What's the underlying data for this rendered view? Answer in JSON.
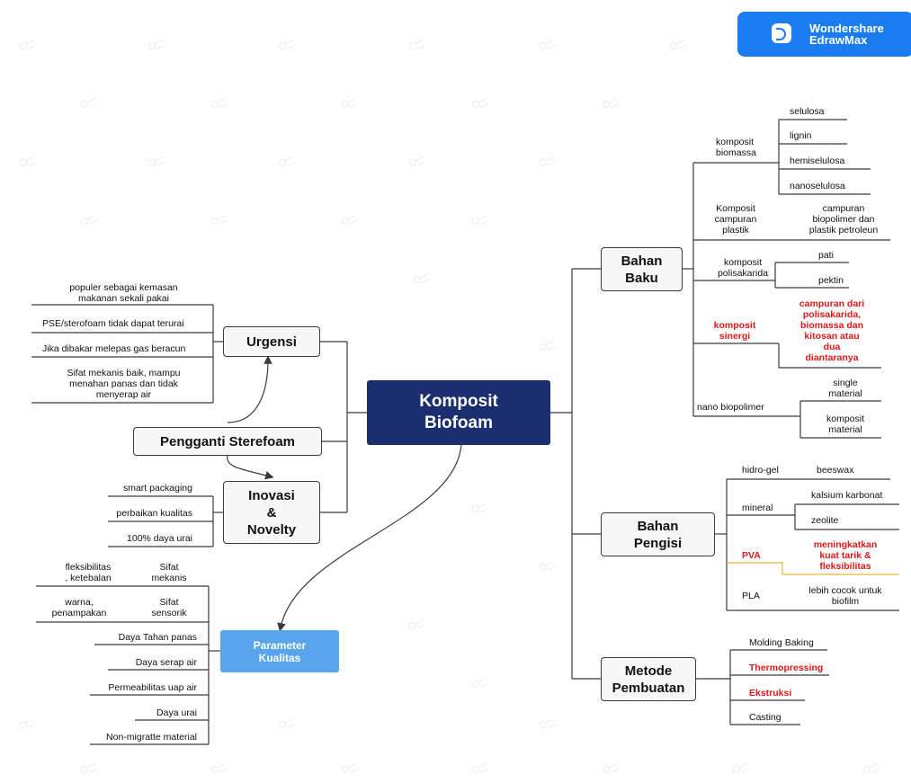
{
  "app": {
    "brand_line1": "Wondershare",
    "brand_line2": "EdrawMax"
  },
  "center": {
    "line1": "Komposit",
    "line2": "Biofoam"
  },
  "bahan_baku": {
    "title1": "Bahan",
    "title2": "Baku",
    "biomassa": {
      "label1": "komposit",
      "label2": "biomassa",
      "items": [
        "selulosa",
        "lignin",
        "hemiselulosa",
        "nanoselulosa"
      ]
    },
    "campuran": {
      "label1": "Komposit",
      "label2": "campuran",
      "label3": "plastik",
      "detail1": "campuran",
      "detail2": "biopolimer dan",
      "detail3": "plastik petroleun"
    },
    "polisakarida": {
      "label1": "komposit",
      "label2": "polisakarida",
      "items": [
        "pati",
        "pektin"
      ]
    },
    "sinergi": {
      "label1": "komposit",
      "label2": "sinergi",
      "detail": [
        "campuran dari",
        "polisakarida,",
        "biomassa dan",
        "kitosan atau",
        "dua",
        "diantaranya"
      ]
    },
    "nano": {
      "label": "nano biopolimer",
      "item1a": "single",
      "item1b": "material",
      "item2a": "komposit",
      "item2b": "material"
    }
  },
  "bahan_pengisi": {
    "title1": "Bahan",
    "title2": "Pengisi",
    "hidrogel": {
      "label": "hidro-gel",
      "item": "beeswax"
    },
    "mineral": {
      "label": "mineral",
      "items": [
        "kalsium karbonat",
        "zeolite"
      ]
    },
    "pva": {
      "label": "PVA",
      "detail": [
        "meningkatkan",
        "kuat tarik &",
        "fleksibilitas"
      ]
    },
    "pla": {
      "label": "PLA",
      "detail1": "lebih cocok untuk",
      "detail2": "biofilm"
    }
  },
  "metode": {
    "title1": "Metode",
    "title2": "Pembuatan",
    "items": [
      "Molding Baking",
      "Thermopressing",
      "Ekstruksi",
      "Casting"
    ]
  },
  "urgensi": {
    "title": "Urgensi",
    "items": [
      [
        "populer sebagai kemasan",
        "makanan sekali pakai"
      ],
      [
        "PSE/sterofoam tidak dapat terurai"
      ],
      [
        "Jika dibakar melepas gas beracun"
      ],
      [
        "Sifat mekanis baik, mampu",
        "menahan panas dan tidak",
        "menyerap air"
      ]
    ]
  },
  "pengganti": {
    "title": "Pengganti Sterefoam"
  },
  "inovasi": {
    "title1": "Inovasi",
    "title2": "&",
    "title3": "Novelty",
    "items": [
      "smart packaging",
      "perbaikan kualitas",
      "100% daya urai"
    ]
  },
  "parameter": {
    "title1": "Parameter",
    "title2": "Kualitas",
    "mekanis": {
      "label1": "Sifat",
      "label2": "mekanis",
      "detail1": "fleksibilitas",
      "detail2": ", ketebalan"
    },
    "sensorik": {
      "label1": "Sifat",
      "label2": "sensorik",
      "detail1": "warna,",
      "detail2": "penampakan"
    },
    "items": [
      "Daya Tahan panas",
      "Daya serap air",
      "Permeabilitas uap air",
      "Daya urai",
      "Non-migratte material"
    ]
  },
  "colors": {
    "center": "#1b2f70",
    "parameter": "#58a5ee",
    "emphasis": "#e01818",
    "pva_line": "#e8b931",
    "brand": "#1b7cf2"
  }
}
